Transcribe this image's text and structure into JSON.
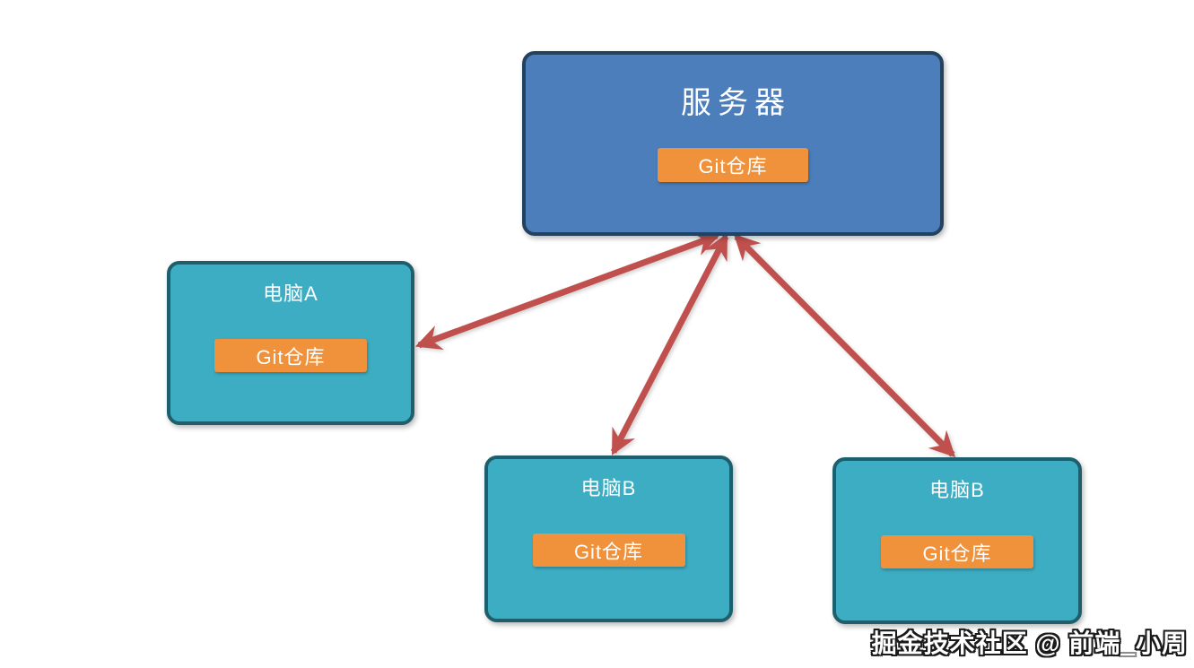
{
  "diagram": {
    "nodes": [
      {
        "id": "server",
        "label": "服务器",
        "repo_label": "Git仓库"
      },
      {
        "id": "computer-a",
        "label": "电脑A",
        "repo_label": "Git仓库"
      },
      {
        "id": "computer-b-middle",
        "label": "电脑B",
        "repo_label": "Git仓库"
      },
      {
        "id": "computer-b-right",
        "label": "电脑B",
        "repo_label": "Git仓库"
      }
    ],
    "edges": [
      {
        "from": "server",
        "to": "computer-a",
        "bidirectional": true
      },
      {
        "from": "server",
        "to": "computer-b-middle",
        "bidirectional": true
      },
      {
        "from": "server",
        "to": "computer-b-right",
        "bidirectional": true
      }
    ],
    "colors": {
      "server_fill": "#4b7eba",
      "server_border": "#24415e",
      "computer_fill": "#3dadc3",
      "computer_border": "#1d5f6d",
      "repo_pill_fill": "#f0913c",
      "arrow": "#c0504d",
      "text": "#ffffff"
    },
    "watermark": "掘金技术社区 @ 前端_小周"
  }
}
